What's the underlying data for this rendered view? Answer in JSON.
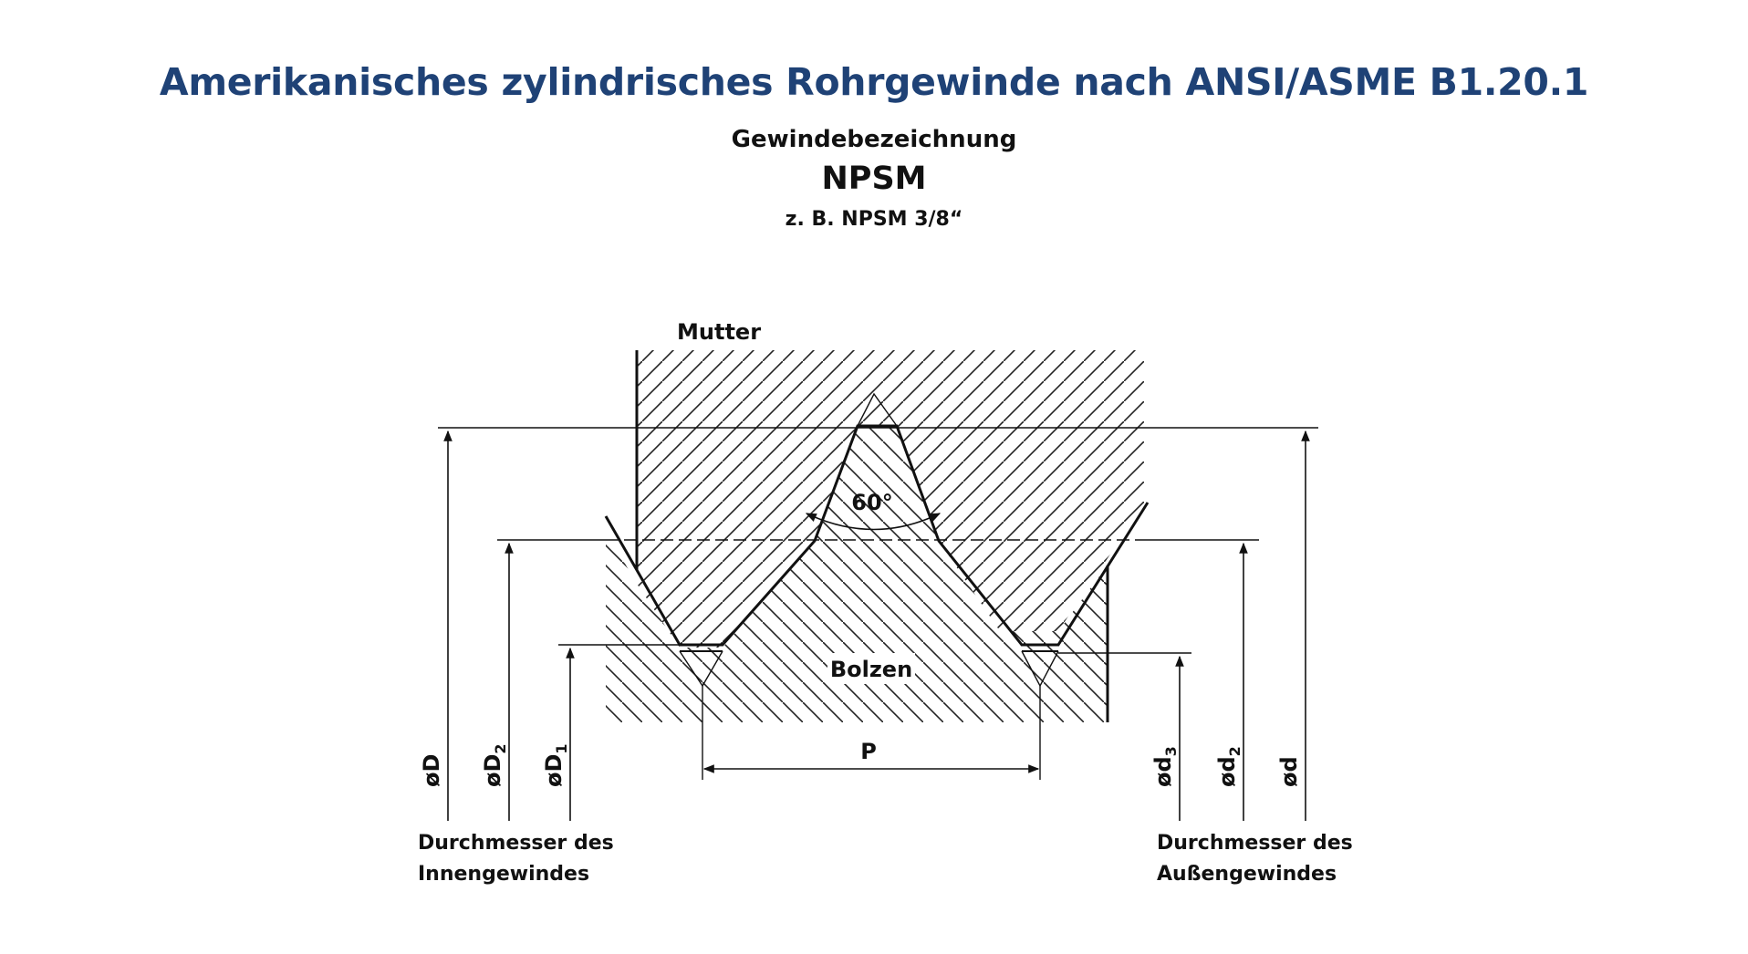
{
  "title": "Amerikanisches zylindrisches Rohrgewinde nach ANSI/ASME B1.20.1",
  "designation_label": "Gewindebezeichnung",
  "designation": "NPSM",
  "example": "z. B. NPSM 3/8“",
  "diagram": {
    "nut_label": "Mutter",
    "bolt_label": "Bolzen",
    "angle_label": "60°",
    "pitch_label": "P",
    "dimensions_left": [
      {
        "symbol": "øD",
        "sub": ""
      },
      {
        "symbol": "øD",
        "sub": "2"
      },
      {
        "symbol": "øD",
        "sub": "1"
      }
    ],
    "dimensions_right": [
      {
        "symbol": "ød",
        "sub": "3"
      },
      {
        "symbol": "ød",
        "sub": "2"
      },
      {
        "symbol": "ød",
        "sub": ""
      }
    ],
    "internal_note_line1": "Durchmesser des",
    "internal_note_line2": "Innengewindes",
    "external_note_line1": "Durchmesser des",
    "external_note_line2": "Außengewindes"
  }
}
